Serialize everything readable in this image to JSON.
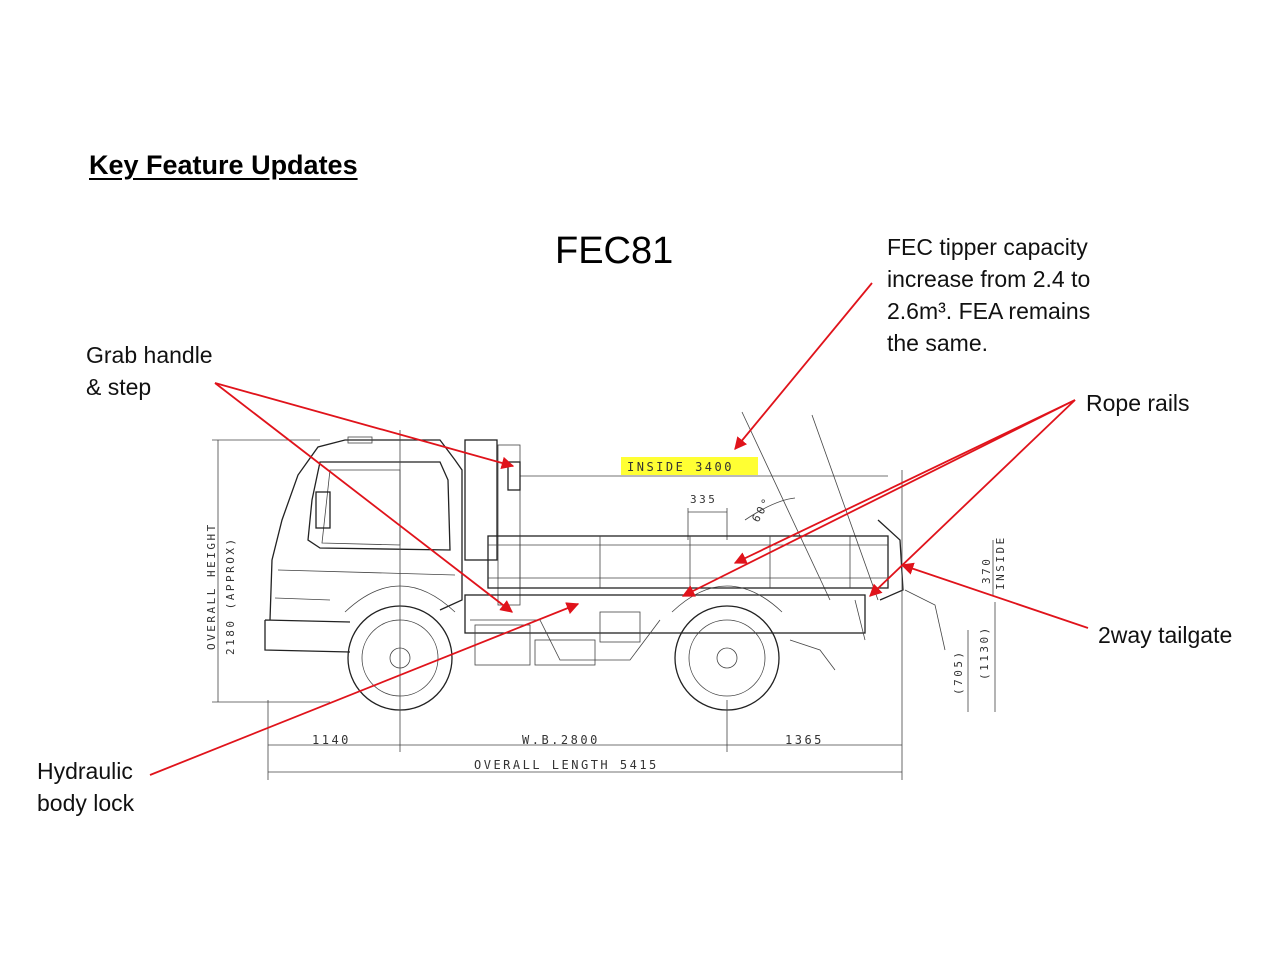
{
  "heading": "Key Feature Updates",
  "model": "FEC81",
  "callouts": {
    "capacity": [
      "FEC tipper capacity",
      "increase from 2.4 to",
      "2.6m³. FEA remains",
      "the same."
    ],
    "grab": [
      "Grab handle",
      "& step"
    ],
    "rope": [
      "Rope rails"
    ],
    "tailgate": [
      "2way tailgate"
    ],
    "lock": [
      "Hydraulic",
      "body lock"
    ]
  },
  "dimensions": {
    "inside_length": "INSIDE 3400",
    "dim_335": "335",
    "angle": "60°",
    "overall_height": "OVERALL HEIGHT",
    "height_value": "2180 (APPROX)",
    "inside_label": "INSIDE",
    "inside_height": "370",
    "dim_1130": "(1130)",
    "dim_705": "(705)",
    "front_overhang": "1140",
    "wheelbase": "W.B.2800",
    "rear_overhang": "1365",
    "overall_length": "OVERALL LENGTH 5415"
  },
  "colors": {
    "arrow": "#e0131b",
    "highlight": "#ffff33"
  }
}
